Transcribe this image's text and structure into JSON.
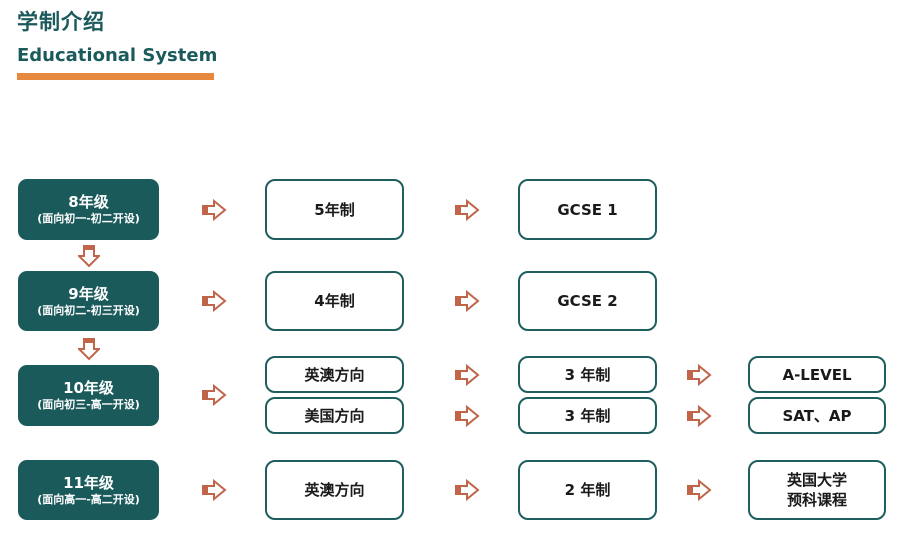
{
  "header": {
    "title_cn": "学制介绍",
    "title_en": "Educational System"
  },
  "colors": {
    "primary": "#1b5a5b",
    "accent": "#e6883d",
    "arrow": "#c0654a"
  },
  "grades": [
    {
      "name": "8年级",
      "range": "(面向初一-初二开设)"
    },
    {
      "name": "9年级",
      "range": "(面向初二-初三开设)"
    },
    {
      "name": "10年级",
      "range": "(面向初三-高一开设)"
    },
    {
      "name": "11年级",
      "range": "(面向高一-高二开设)"
    }
  ],
  "rows": [
    {
      "track": "5年制",
      "program": "GCSE 1"
    },
    {
      "track": "4年制",
      "program": "GCSE 2"
    },
    {
      "track": "英澳方向",
      "program": "3 年制",
      "outcome": "A-LEVEL"
    },
    {
      "track": "美国方向",
      "program": "3 年制",
      "outcome": "SAT、AP"
    },
    {
      "track": "英澳方向",
      "program": "2 年制",
      "outcome": "英国大学\n预科课程"
    }
  ],
  "icons": {
    "right_arrow": "arrow-right-icon",
    "down_arrow": "arrow-down-icon"
  }
}
